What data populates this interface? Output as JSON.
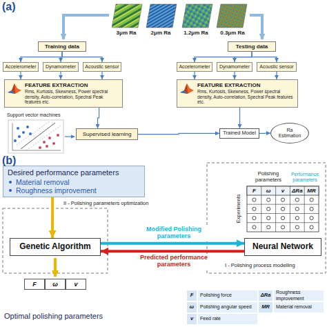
{
  "diagram": {
    "nodes": [
      {
        "text": [
          "Training data"
        ]
      },
      {
        "text": [
          "Testing data"
        ]
      },
      {
        "text": [
          "Accelerometer"
        ]
      },
      {
        "text": [
          "Dynamometer"
        ]
      },
      {
        "text": [
          "Acoustic sensor"
        ]
      },
      {
        "text": [
          "Accelerometer"
        ]
      },
      {
        "text": [
          "Dynamometer"
        ]
      },
      {
        "text": [
          "Acoustic sensor"
        ]
      },
      {
        "text": [
          "FEATURE EXTRACTION",
          "Rms, Kurtosis, Skewness, Power spectral density, Auto-correlation, Spectral Peak features etc."
        ]
      },
      {
        "text": [
          "FEATURE EXTRACTION",
          "Rms, Kurtosis, Skewness, Power spectral density, Auto-correlation, Spectral Peak features etc."
        ]
      },
      {
        "text": [
          "Supervised learning"
        ]
      },
      {
        "text": [
          "Trained Model"
        ]
      },
      {
        "text": [
          "Ra Estimation"
        ]
      },
      {
        "text": [
          "Desired performance parameters",
          "Material removal",
          "Roughness improvement"
        ]
      },
      {
        "text": [
          "Genetic Algorithm"
        ]
      },
      {
        "text": [
          "Neural Network"
        ]
      }
    ],
    "edges": [
      {
        "from": 0,
        "to": 2,
        "arrow": "to"
      },
      {
        "from": 0,
        "to": 3,
        "arrow": "to"
      },
      {
        "from": 0,
        "to": 4,
        "arrow": "to"
      },
      {
        "from": 1,
        "to": 5,
        "arrow": "to"
      },
      {
        "from": 1,
        "to": 6,
        "arrow": "to"
      },
      {
        "from": 1,
        "to": 7,
        "arrow": "to"
      },
      {
        "from": 2,
        "to": 8,
        "arrow": "to"
      },
      {
        "from": 3,
        "to": 8,
        "arrow": "to"
      },
      {
        "from": 4,
        "to": 8,
        "arrow": "to"
      },
      {
        "from": 5,
        "to": 9,
        "arrow": "to"
      },
      {
        "from": 6,
        "to": 9,
        "arrow": "to"
      },
      {
        "from": 7,
        "to": 9,
        "arrow": "to"
      },
      {
        "from": 8,
        "to": 10,
        "arrow": "to"
      },
      {
        "from": 10,
        "to": 11,
        "arrow": "to"
      },
      {
        "from": 9,
        "to": 11,
        "arrow": "to"
      },
      {
        "from": 11,
        "to": 12,
        "arrow": "to"
      },
      {
        "from": 13,
        "to": 14,
        "arrow": "to"
      },
      {
        "from": 14,
        "to": 15,
        "label": "Modified Polishing parameters",
        "arrow": "to"
      },
      {
        "from": 15,
        "to": 14,
        "label": "Predicted performance parameters",
        "arrow": "to"
      }
    ],
    "labels": [
      "(a)",
      "3μm Ra",
      "2μm Ra",
      "1.2μm Ra",
      "0.3μm Ra",
      "Support vector machines",
      "(b)",
      "II - Polishing parameters optimization",
      "Polishing parameters",
      "Performance parameters",
      "Experiments",
      "F",
      "ω",
      "v",
      "ΔRa",
      "MR",
      "I - Polishing process modelling",
      "F",
      "ω",
      "v",
      "Optimal polishing parameters",
      "F",
      "Polishing force",
      "ΔRa",
      "Roughness improvement",
      "ω",
      "Polishing angular speed",
      "MR",
      "Material removal",
      "v",
      "Feed rate"
    ]
  }
}
